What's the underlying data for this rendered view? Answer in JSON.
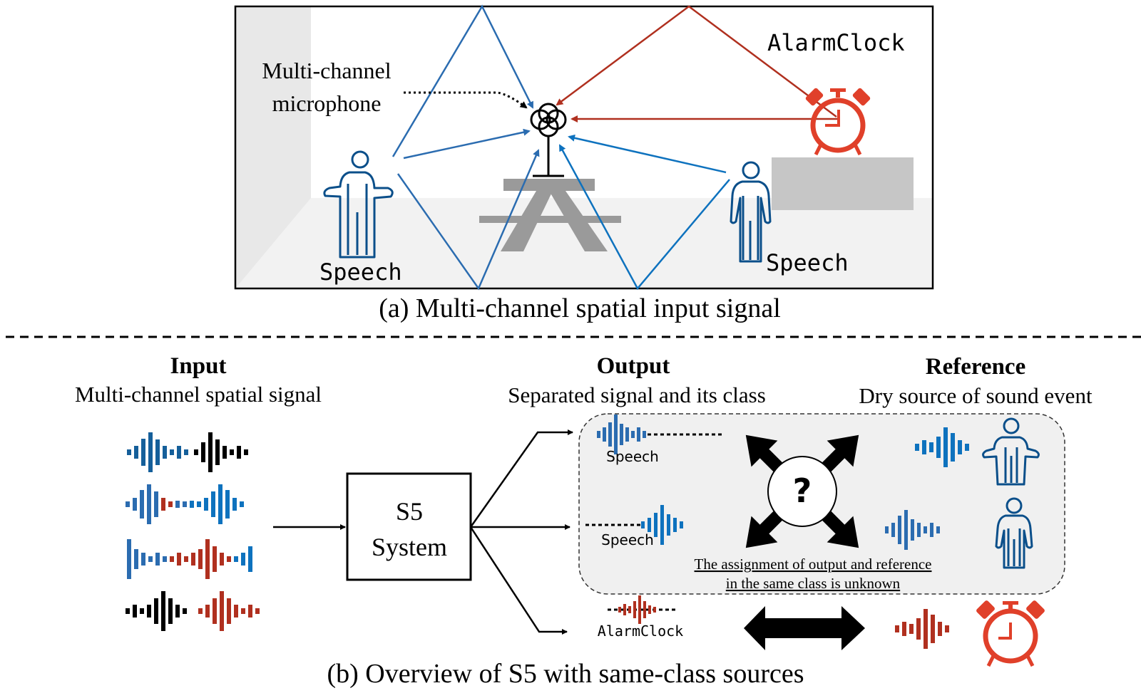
{
  "colors": {
    "speech_blue": "#2b6cb0",
    "speech_blue_light": "#0e72be",
    "alarm_red": "#b0301f",
    "alarm_icon_red": "#e0402a",
    "person_blue": "#0b4f8a",
    "table_gray": "#9a9a9a",
    "box_gray": "#c6c6c6",
    "floor_gray": "#f2f2f2",
    "wall_gray": "#e8e8e8",
    "panel_gray": "#f0f0f0"
  },
  "panel_a": {
    "mic_label_line1": "Multi-channel",
    "mic_label_line2": "microphone",
    "alarm_label": "AlarmClock",
    "speech_left_label": "Speech",
    "speech_right_label": "Speech",
    "caption": "(a) Multi-channel spatial input signal"
  },
  "panel_b": {
    "input_title": "Input",
    "input_subtitle": "Multi-channel spatial signal",
    "system_line1": "S5",
    "system_line2": "System",
    "output_title": "Output",
    "output_subtitle": "Separated signal and its class",
    "reference_title": "Reference",
    "reference_subtitle": "Dry source of sound event",
    "output_speech_1": "Speech",
    "output_speech_2": "Speech",
    "output_alarm": "AlarmClock",
    "question_mark": "?",
    "assignment_note_line1": "The assignment of output and reference",
    "assignment_note_line2": "in the same class is unknown",
    "caption": "(b) Overview of S5 with same-class sources"
  }
}
